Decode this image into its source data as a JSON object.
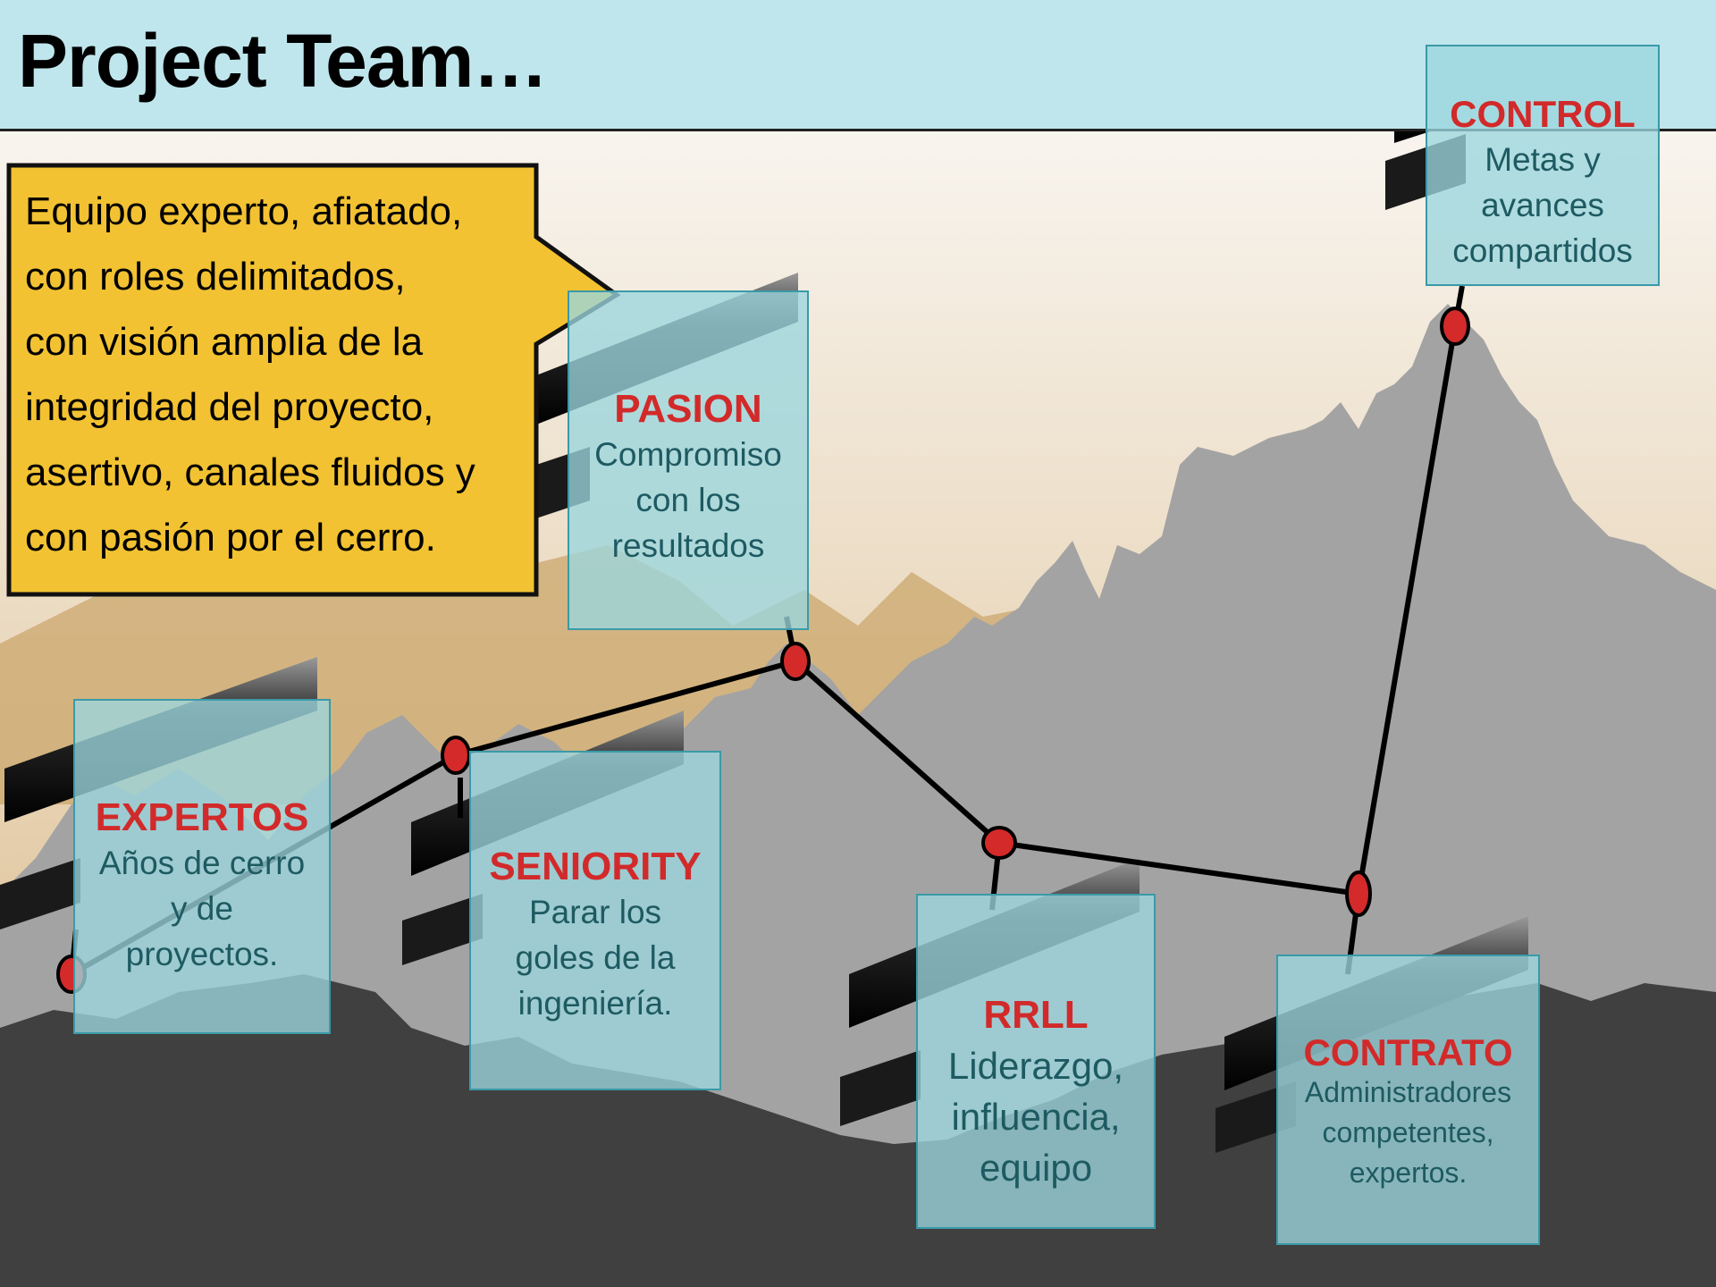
{
  "title": "Project Team…",
  "callout": {
    "lines": [
      "Equipo experto, afiatado,",
      "con roles delimitados,",
      "con visión amplia de la",
      "integridad del proyecto,",
      "asertivo, canales fluidos y",
      "con pasión por el cerro."
    ]
  },
  "flags": {
    "expertos": {
      "title": "EXPERTOS",
      "lines": [
        "Años de cerro",
        "y de",
        "proyectos."
      ]
    },
    "seniority": {
      "title": "SENIORITY",
      "lines": [
        "Parar los",
        "goles de la",
        "ingeniería."
      ]
    },
    "pasion": {
      "title": "PASION",
      "lines": [
        "Compromiso",
        "con los",
        "resultados"
      ]
    },
    "rrll": {
      "title": "RRLL",
      "lines": [
        "Liderazgo,",
        "influencia,",
        "equipo"
      ]
    },
    "contrato": {
      "title": "CONTRATO",
      "lines": [
        "Administradores",
        "competentes,",
        "expertos."
      ]
    },
    "control": {
      "title": "CONTROL",
      "lines": [
        "Metas y",
        "avances",
        "compartidos"
      ]
    }
  },
  "colors": {
    "title_bar": "#bfe6ec",
    "callout": "#f2c232",
    "card": "#9bd6de",
    "card_title": "#d22a2a",
    "card_text": "#1e5a62",
    "pin": "#d42a2a",
    "mountain_far": "#a3a3a3",
    "mountain_near": "#404040"
  }
}
